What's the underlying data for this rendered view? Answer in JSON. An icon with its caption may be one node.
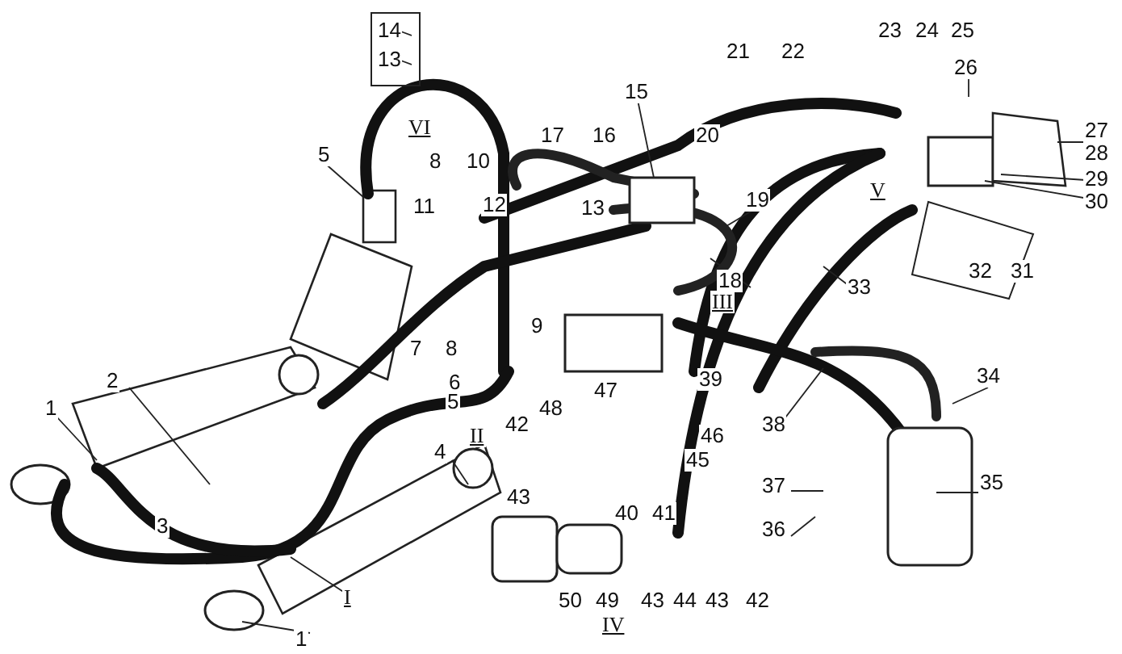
{
  "diagram": {
    "labels": [
      "14",
      "23",
      "24",
      "25",
      "21",
      "22",
      "13",
      "26",
      "15",
      "VI",
      "16",
      "17",
      "20",
      "5",
      "8",
      "10",
      "27",
      "28",
      "29",
      "30",
      "12",
      "11",
      "13",
      "19",
      "V",
      "31",
      "32",
      "18",
      "33",
      "III",
      "9",
      "7",
      "8",
      "6",
      "34",
      "39",
      "2",
      "47",
      "5",
      "48",
      "38",
      "1",
      "42",
      "46",
      "II",
      "4",
      "45",
      "37",
      "35",
      "43",
      "3",
      "40",
      "41",
      "36",
      "I",
      "50",
      "49",
      "43",
      "44",
      "43",
      "42",
      "IV",
      "1"
    ]
  }
}
